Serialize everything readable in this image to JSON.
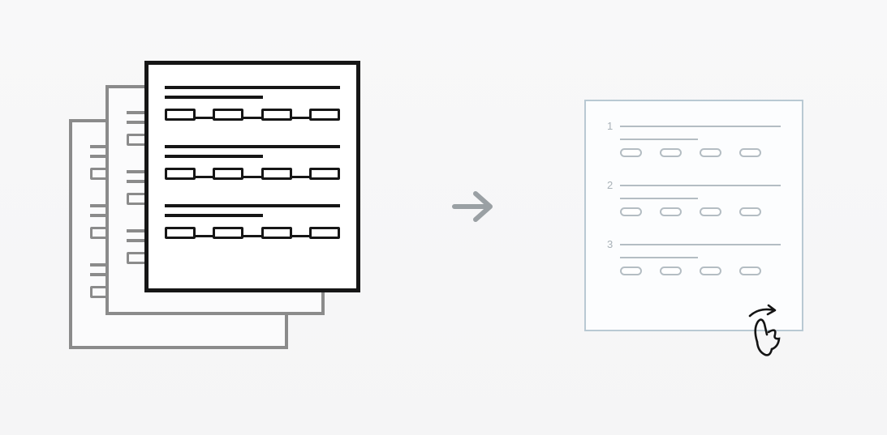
{
  "meta": {
    "background": "#f6f6f7"
  },
  "source_stack": {
    "description": "stack of three paper forms",
    "front_page": {
      "ink_color": "#161616",
      "question_blocks": 3,
      "options_per_block": 4
    },
    "back_pages": {
      "count": 2,
      "ink_color": "#8b8b8b"
    }
  },
  "transform_arrow": {
    "icon": "arrow-right-icon",
    "color": "#9aa0a4"
  },
  "quiz_page": {
    "border_color": "#b9c9d3",
    "ink_color": "#b4bdc3",
    "questions": [
      {
        "number": "1",
        "options": 4
      },
      {
        "number": "2",
        "options": 4
      },
      {
        "number": "3",
        "options": 4
      }
    ],
    "cursor_icon": "hand-pointer-icon"
  }
}
